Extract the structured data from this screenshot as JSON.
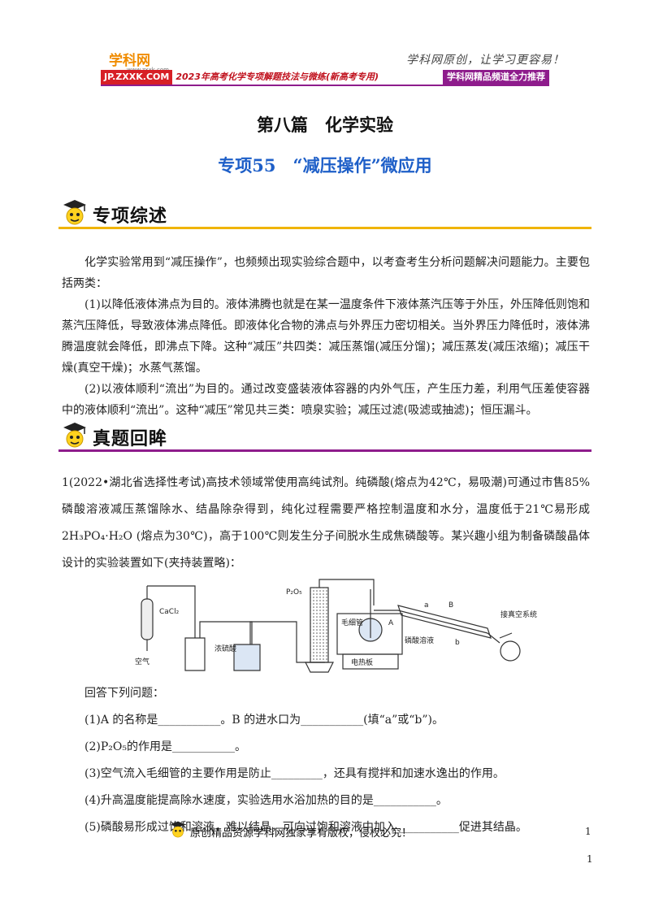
{
  "header": {
    "logo_text": "学科网",
    "logo_sub": "www.zxxk.com",
    "slogan": "学科网原创，让学习更容易！",
    "url": "JP.ZXXK.COM",
    "series_title": "2023年高考化学专项解题技法与微练(新高考专用)",
    "recommend": "学科网精品频道全力推荐"
  },
  "title": {
    "part": "第八篇　化学实验",
    "topic": "专项55　“减压操作”微应用"
  },
  "sections": {
    "overview": "专项综述",
    "real_exam": "真题回眸"
  },
  "overview": {
    "p1": "化学实验常用到“减压操作”，也频频出现实验综合题中，以考查考生分析问题解决问题能力。主要包括两类：",
    "p2": "(1)以降低液体沸点为目的。液体沸腾也就是在某一温度条件下液体蒸汽压等于外压，外压降低则饱和蒸汽压降低，导致液体沸点降低。即液体化合物的沸点与外界压力密切相关。当外界压力降低时，液体沸腾温度就会降低，即沸点下降。这种“减压”共四类：减压蒸馏(减压分馏)；减压蒸发(减压浓缩)；减压干燥(真空干燥)；水蒸气蒸馏。",
    "p3": "(2)以液体顺利“流出”为目的。通过改变盛装液体容器的内外气压，产生压力差，利用气压差使容器中的液体顺利“流出”。这种“减压”常见共三类：喷泉实验；减压过滤(吸滤或抽滤)；恒压漏斗。"
  },
  "problem": {
    "stem": "1(2022•湖北省选择性考试)高技术领域常使用高纯试剂。纯磷酸(熔点为42℃，易吸潮)可通过市售85%磷酸溶液减压蒸馏除水、结晶除杂得到，纯化过程需要严格控制温度和水分，温度低于21℃易形成2H₃PO₄·H₂O (熔点为30℃)，高于100℃则发生分子间脱水生成焦磷酸等。某兴趣小组为制备磷酸晶体设计的实验装置如下(夹持装置略)：",
    "diagram_labels": {
      "cacl2": "CaCl₂",
      "air": "空气",
      "h2so4": "浓硫酸",
      "p2o5": "P₂O₅",
      "capillary": "毛细管",
      "A": "A",
      "a": "a",
      "B": "B",
      "b": "b",
      "vacuum": "接真空系统",
      "phosphoric": "磷酸溶液",
      "heater": "电热板"
    },
    "intro": "回答下列问题：",
    "q1": "(1)A 的名称是___________。B 的进水口为___________(填“a”或“b”)。",
    "q2": "(2)P₂O₅的作用是___________。",
    "q3": "(3)空气流入毛细管的主要作用是防止_________，还具有搅拌和加速水逸出的作用。",
    "q4": "(4)升高温度能提高除水速度，实验选用水浴加热的目的是___________。",
    "q5": "(5)磷酸易形成过饱和溶液，难以结晶，可向过饱和溶液中加入___________促进其结晶。"
  },
  "footer": {
    "text": "原创精品资源学科网独家享有版权，侵权必究！",
    "page1": "1",
    "page2": "1"
  },
  "colors": {
    "brand_red": "#d71f26",
    "brand_purple": "#8e1c8c",
    "title_blue": "#1e5fc8",
    "banner_gold": "#f0b400"
  }
}
